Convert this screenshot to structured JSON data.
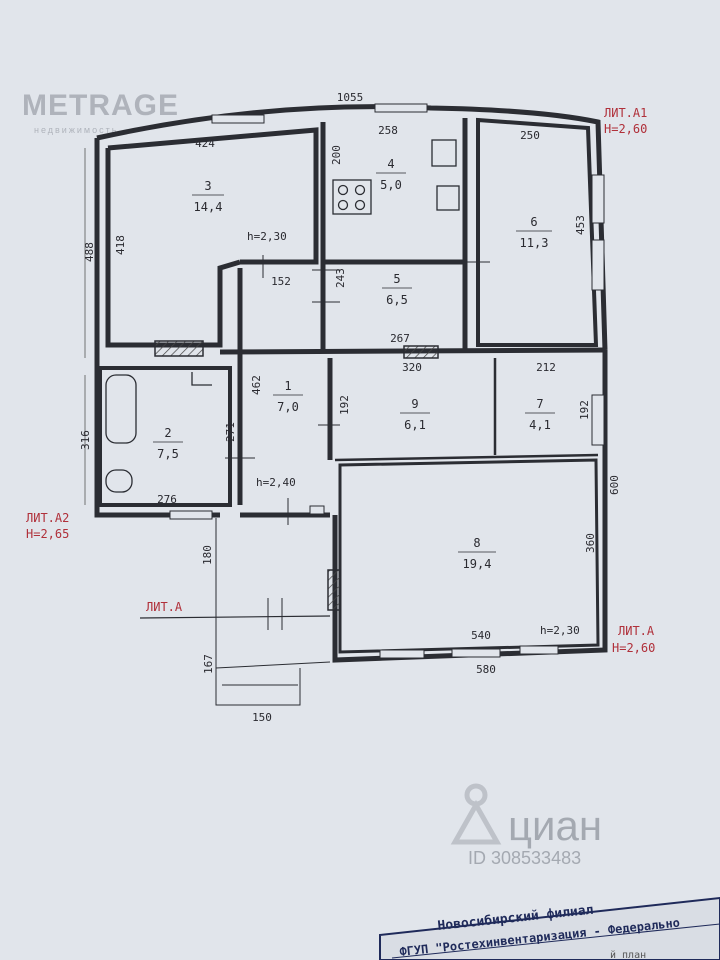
{
  "watermark": {
    "brand": "METRAGE",
    "brand_sub": "недвижимость",
    "cian": "циан",
    "cian_id": "ID 308533483"
  },
  "stamp": {
    "line1": "Новосибирский филиал",
    "line2": "ФГУП \"Ростехинвентаризация - Федерально",
    "line3": "й план"
  },
  "rooms": [
    {
      "id": "3",
      "area": "14,4"
    },
    {
      "id": "4",
      "area": "5,0"
    },
    {
      "id": "5",
      "area": "6,5"
    },
    {
      "id": "6",
      "area": "11,3"
    },
    {
      "id": "1",
      "area": "7,0"
    },
    {
      "id": "2",
      "area": "7,5"
    },
    {
      "id": "9",
      "area": "6,1"
    },
    {
      "id": "7",
      "area": "4,1"
    },
    {
      "id": "8",
      "area": "19,4"
    }
  ],
  "dimensions": {
    "d1055": "1055",
    "d424": "424",
    "d258": "258",
    "d250": "250",
    "d488": "488",
    "d418": "418",
    "d200": "200",
    "d453": "453",
    "d152": "152",
    "d243": "243",
    "d267": "267",
    "d320": "320",
    "d212": "212",
    "d462": "462",
    "d192a": "192",
    "d192b": "192",
    "d316": "316",
    "d271": "271",
    "d276": "276",
    "d600": "600",
    "d180": "180",
    "d360": "360",
    "d540": "540",
    "d580": "580",
    "d167": "167",
    "d150": "150"
  },
  "heights": {
    "h230a": "h=2,30",
    "h240": "h=2,40",
    "h230b": "h=2,30"
  },
  "lit_labels": {
    "a1": "ЛИТ.А1",
    "a1_h": "H=2,60",
    "a2": "ЛИТ.А2",
    "a2_h": "H=2,65",
    "a_mid": "ЛИТ.А",
    "a_right": "ЛИТ.А",
    "a_right_h": "H=2,60"
  },
  "colors": {
    "wall": "#2b2d33",
    "paper": "#e4e8ee",
    "lit_red": "#b0303a",
    "watermark": "#9a9fa8"
  }
}
